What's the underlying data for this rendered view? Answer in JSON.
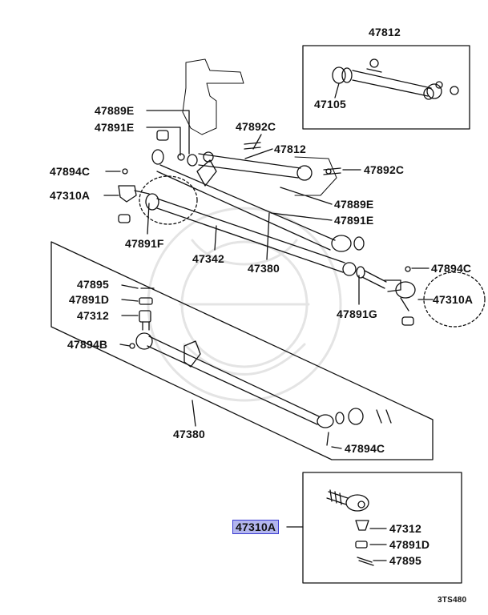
{
  "labels": {
    "top_box_title": "47812",
    "top_box_part": "47105",
    "p47889E_a": "47889E",
    "p47891E_a": "47891E",
    "p47892C_a": "47892C",
    "p47812": "47812",
    "p47892C_b": "47892C",
    "p47894C_a": "47894C",
    "p47310A_a": "47310A",
    "p47889E_b": "47889E",
    "p47891E_b": "47891E",
    "p47891F": "47891F",
    "p47342": "47342",
    "p47380_a": "47380",
    "p47894C_b": "47894C",
    "p47310A_b": "47310A",
    "p47891G": "47891G",
    "p47895_a": "47895",
    "p47891D_a": "47891D",
    "p47312_a": "47312",
    "p47894B": "47894B",
    "p47380_b": "47380",
    "p47894C_c": "47894C",
    "p47310A_highlight": "47310A",
    "p47312_b": "47312",
    "p47891D_b": "47891D",
    "p47895_b": "47895",
    "figure_code": "3TS480"
  },
  "colors": {
    "highlight_fill": "#b3b6ee",
    "highlight_border": "#3a3ad0",
    "line": "#111111"
  }
}
